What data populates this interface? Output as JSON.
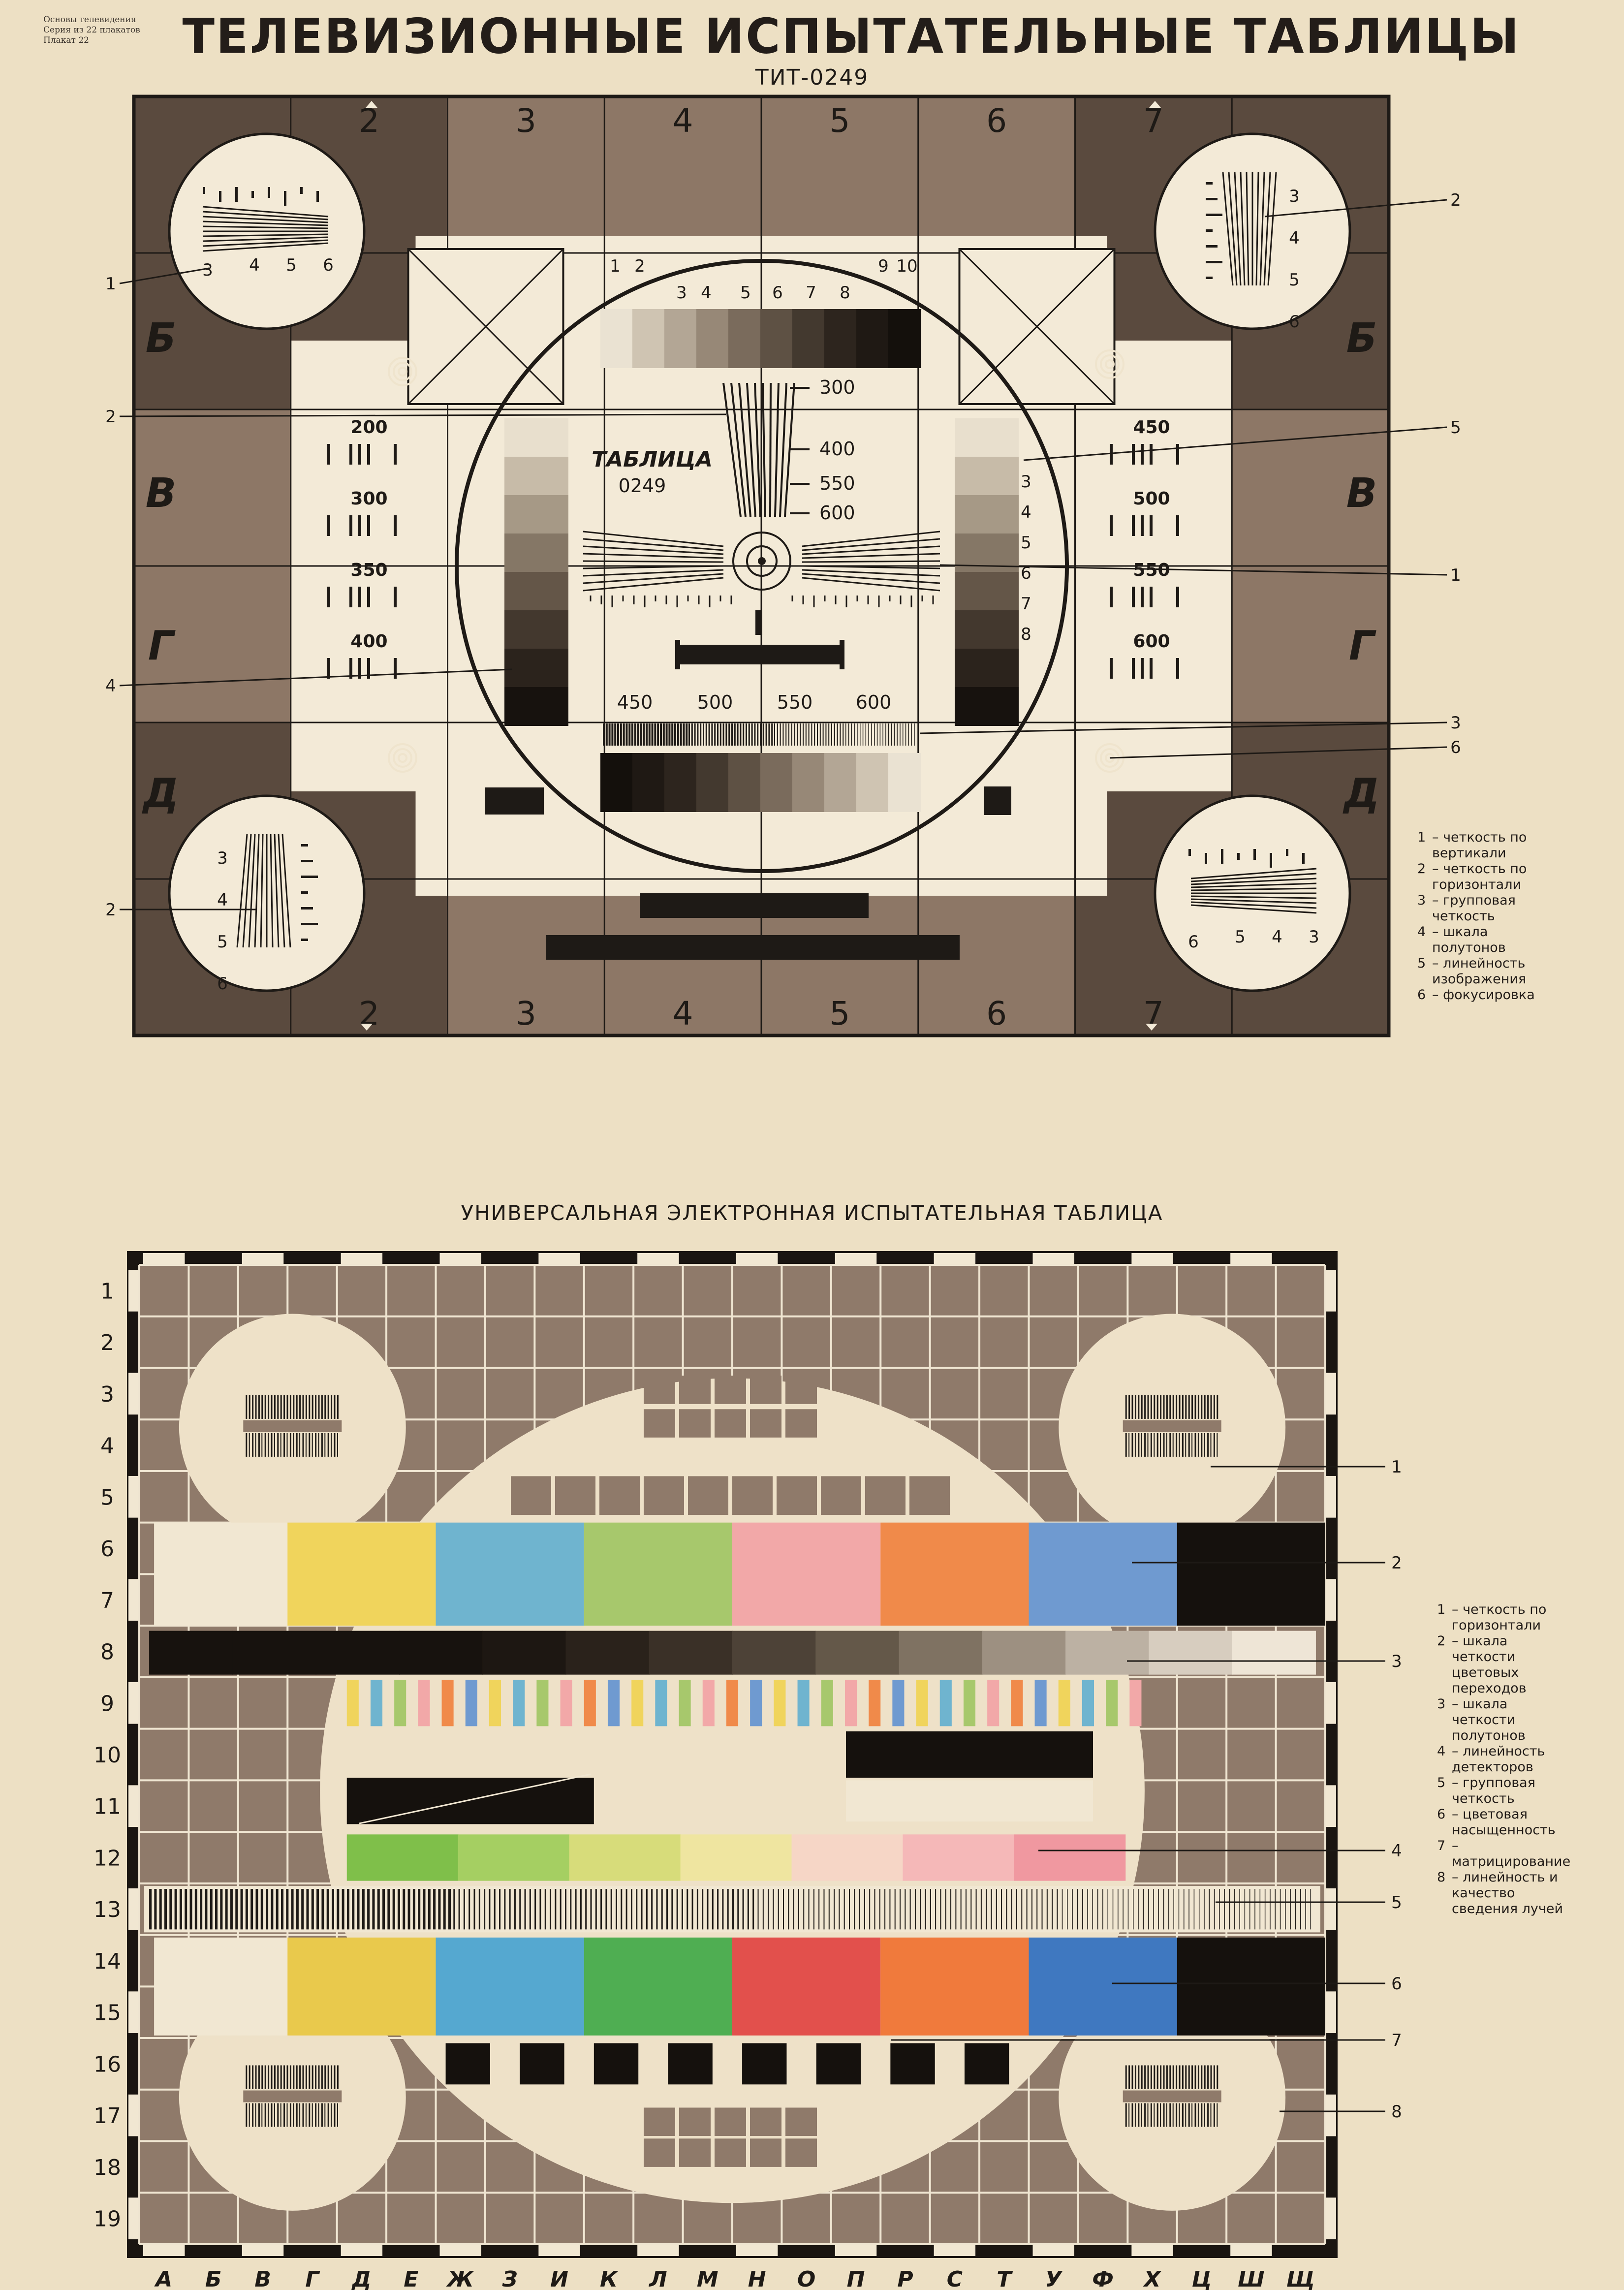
{
  "series_info": {
    "lines": [
      "Основы телевидения",
      "Серия из 22 плакатов",
      "Плакат 22"
    ]
  },
  "title": "ТЕЛЕВИЗИОННЫЕ ИСПЫТАТЕЛЬНЫЕ ТАБЛИЦЫ",
  "table1": {
    "code": "ТИТ-0249",
    "inner_title": "ТАБЛИЦА",
    "inner_code": "0249",
    "col_numbers_top": [
      "2",
      "3",
      "4",
      "5",
      "6",
      "7"
    ],
    "col_numbers_bottom": [
      "2",
      "3",
      "4",
      "5",
      "6",
      "7"
    ],
    "row_letters": [
      "Б",
      "В",
      "Г",
      "Д"
    ],
    "gray_scale_numbers": [
      "1",
      "2",
      "3",
      "4",
      "5",
      "6",
      "7",
      "8",
      "9",
      "10"
    ],
    "vertical_res": [
      "300",
      "400",
      "550",
      "600"
    ],
    "horizontal_res": [
      "450",
      "500",
      "550",
      "600"
    ],
    "side_linearity": [
      "3",
      "4",
      "5",
      "6",
      "7",
      "8"
    ],
    "left_groups": [
      "200",
      "300",
      "350",
      "400"
    ],
    "right_groups": [
      "450",
      "500",
      "550",
      "600"
    ],
    "circle_tl": [
      "3",
      "4",
      "5",
      "6"
    ],
    "circle_tr": [
      "3",
      "4",
      "5",
      "6"
    ],
    "circle_bl": [
      "3",
      "4",
      "5",
      "6"
    ],
    "circle_br": [
      "6",
      "5",
      "4",
      "3"
    ],
    "callouts": [
      "1",
      "2",
      "2",
      "4",
      "2",
      "5",
      "1",
      "3",
      "6"
    ],
    "legend": [
      {
        "n": "1",
        "t": "– четкость по вертикали"
      },
      {
        "n": "2",
        "t": "– четкость по горизонтали"
      },
      {
        "n": "3",
        "t": "– групповая четкость"
      },
      {
        "n": "4",
        "t": "– шкала полутонов"
      },
      {
        "n": "5",
        "t": "– линейность изображения"
      },
      {
        "n": "6",
        "t": "– фокусировка"
      }
    ]
  },
  "table2": {
    "title": "УНИВЕРСАЛЬНАЯ ЭЛЕКТРОННАЯ ИСПЫТАТЕЛЬНАЯ ТАБЛИЦА",
    "row_numbers": [
      "1",
      "2",
      "3",
      "4",
      "5",
      "6",
      "7",
      "8",
      "9",
      "10",
      "11",
      "12",
      "13",
      "14",
      "15",
      "16",
      "17",
      "18",
      "19"
    ],
    "col_letters": [
      "А",
      "Б",
      "В",
      "Г",
      "Д",
      "Е",
      "Ж",
      "З",
      "И",
      "К",
      "Л",
      "М",
      "Н",
      "О",
      "П",
      "Р",
      "С",
      "Т",
      "У",
      "Ф",
      "Х",
      "Ц",
      "Ш",
      "Щ"
    ],
    "callouts": [
      "1",
      "2",
      "3",
      "4",
      "5",
      "6",
      "7",
      "8"
    ],
    "legend": [
      {
        "n": "1",
        "t": "– четкость по горизонтали"
      },
      {
        "n": "2",
        "t": "– шкала четкости цветовых переходов"
      },
      {
        "n": "3",
        "t": "– шкала четкости полутонов"
      },
      {
        "n": "4",
        "t": "– линейность детекторов"
      },
      {
        "n": "5",
        "t": "– групповая четкость"
      },
      {
        "n": "6",
        "t": "– цветовая насыщенность"
      },
      {
        "n": "7",
        "t": "– матрицирование"
      },
      {
        "n": "8",
        "t": "– линейность и качество сведения лучей"
      }
    ],
    "colors": {
      "bars": [
        "#f0d45c",
        "#6fb4cf",
        "#a7c86c",
        "#f2a8a8",
        "#f08a4a",
        "#6f9ad0"
      ],
      "bars_bottom": [
        "#e9c94c",
        "#55a8d0",
        "#4fae52",
        "#e2504c",
        "#f07a3c",
        "#3f78c0"
      ]
    }
  },
  "colors": {
    "paper": "#ede0c4",
    "ink": "#1e1a16",
    "mid": "#8d7766",
    "dark": "#5a4a3e",
    "light": "#f3ead7"
  }
}
